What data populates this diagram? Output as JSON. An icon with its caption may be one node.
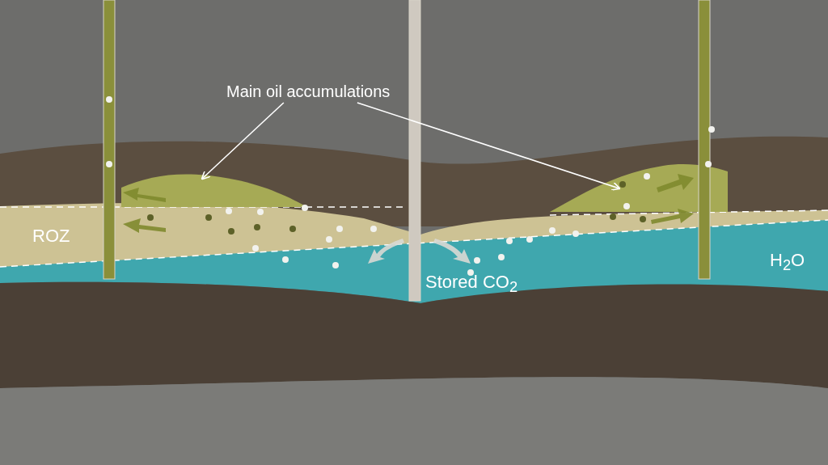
{
  "diagram": {
    "nodes": [
      {
        "text": [
          "Main oil accumulations"
        ]
      },
      {
        "text": [],
        "shape": "region"
      },
      {
        "text": [],
        "shape": "region"
      },
      {
        "text": [],
        "shape": "bar"
      }
    ],
    "edges": [
      {
        "from": 0,
        "to": 1,
        "arrow": "to"
      },
      {
        "from": 0,
        "to": 2,
        "arrow": "to"
      }
    ],
    "labels": [
      "ROZ",
      "Stored CO$_{2}$",
      "H$_{2}$O"
    ]
  }
}
